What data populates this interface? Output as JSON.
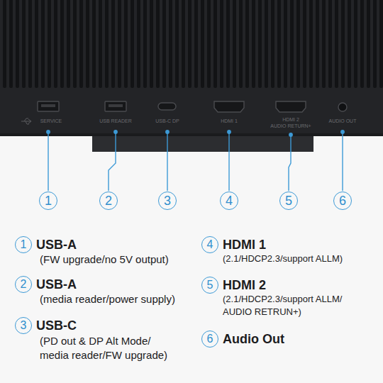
{
  "diagram": {
    "nodes": [
      {
        "text": [
          "1"
        ]
      },
      {
        "text": [
          "2"
        ]
      },
      {
        "text": [
          "3"
        ]
      },
      {
        "text": [
          "4"
        ]
      },
      {
        "text": [
          "5"
        ]
      },
      {
        "text": [
          "6"
        ]
      },
      {
        "text": [
          "1"
        ]
      },
      {
        "text": [
          "2"
        ]
      },
      {
        "text": [
          "3"
        ]
      },
      {
        "text": [
          "4"
        ]
      },
      {
        "text": [
          "5"
        ]
      },
      {
        "text": [
          "6"
        ]
      }
    ],
    "labels": [
      "SERVICE",
      "USB READER",
      "USB-C DP",
      "HDMI 1",
      "HDMI 2",
      "AUDIO RETURN+",
      "AUDIO OUT",
      "USB-A",
      "(FW upgrade/no 5V output)",
      "USB-A",
      "(media reader/power supply)",
      "USB-C",
      "(PD out & DP Alt Mode/ media reader/FW upgrade)",
      "HDMI 1",
      "(2.1/HDCP2.3/support ALLM)",
      "HDMI 2",
      "(2.1/HDCP2.3/support ALLM/ AUDIO RETRUN+)",
      "Audio Out"
    ]
  }
}
